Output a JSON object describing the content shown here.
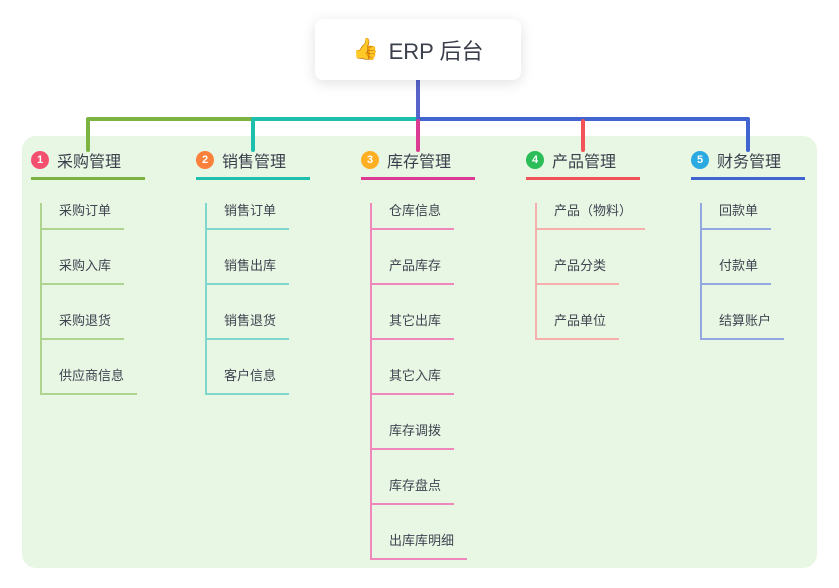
{
  "root": {
    "icon": "👍",
    "title": "ERP 后台"
  },
  "colors": {
    "root_line": "#5864c9",
    "panel_bg": "#e8f6e4",
    "heading_text": "#3a3f4b",
    "item_text": "#3f4450"
  },
  "branches": [
    {
      "num": "1",
      "title": "采购管理",
      "badge_color": "#f2506e",
      "line_color": "#7cb342",
      "sub_color": "#afd48f",
      "items": [
        "采购订单",
        "采购入库",
        "采购退货",
        "供应商信息"
      ]
    },
    {
      "num": "2",
      "title": "销售管理",
      "badge_color": "#f9813b",
      "line_color": "#1fbfad",
      "sub_color": "#7ed6cc",
      "items": [
        "销售订单",
        "销售出库",
        "销售退货",
        "客户信息"
      ]
    },
    {
      "num": "3",
      "title": "库存管理",
      "badge_color": "#ffaf23",
      "line_color": "#dc3b93",
      "sub_color": "#ef87bb",
      "items": [
        "仓库信息",
        "产品库存",
        "其它出库",
        "其它入库",
        "库存调拨",
        "库存盘点",
        "出库库明细"
      ]
    },
    {
      "num": "4",
      "title": "产品管理",
      "badge_color": "#2bbd57",
      "line_color": "#f25358",
      "sub_color": "#f7afad",
      "items": [
        "产品（物料）",
        "产品分类",
        "产品单位"
      ]
    },
    {
      "num": "5",
      "title": "财务管理",
      "badge_color": "#2ba9e1",
      "line_color": "#4064d0",
      "sub_color": "#93a8e0",
      "items": [
        "回款单",
        "付款单",
        "结算账户"
      ]
    }
  ]
}
